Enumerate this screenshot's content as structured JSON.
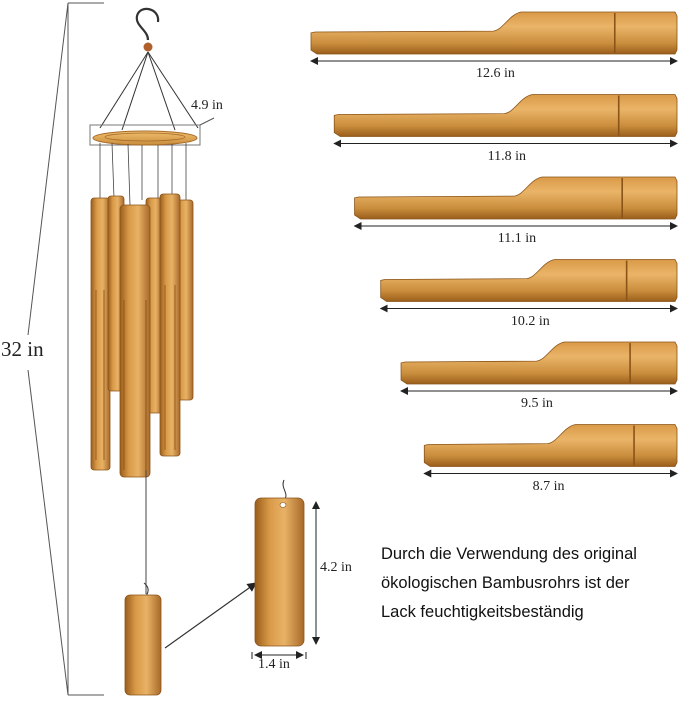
{
  "colors": {
    "bamboo_light": "#e0a85a",
    "bamboo_mid": "#c98d3c",
    "bamboo_dark": "#9a5e1c",
    "cord": "#333333"
  },
  "labels": {
    "total_length": "32 in",
    "ring_diameter": "4.9 in",
    "striker_height": "4.2 in",
    "striker_width": "1.4 in"
  },
  "tubes": [
    {
      "length": "12.6 in",
      "value_in": 12.6
    },
    {
      "length": "11.8 in",
      "value_in": 11.8
    },
    {
      "length": "11.1 in",
      "value_in": 11.1
    },
    {
      "length": "10.2 in",
      "value_in": 10.2
    },
    {
      "length": "9.5 in",
      "value_in": 9.5
    },
    {
      "length": "8.7 in",
      "value_in": 8.7
    }
  ],
  "caption": {
    "line1": "Durch die Verwendung des original",
    "line2": "ökologischen Bambusrohrs ist der",
    "line3": "Lack feuchtigkeitsbeständig"
  }
}
